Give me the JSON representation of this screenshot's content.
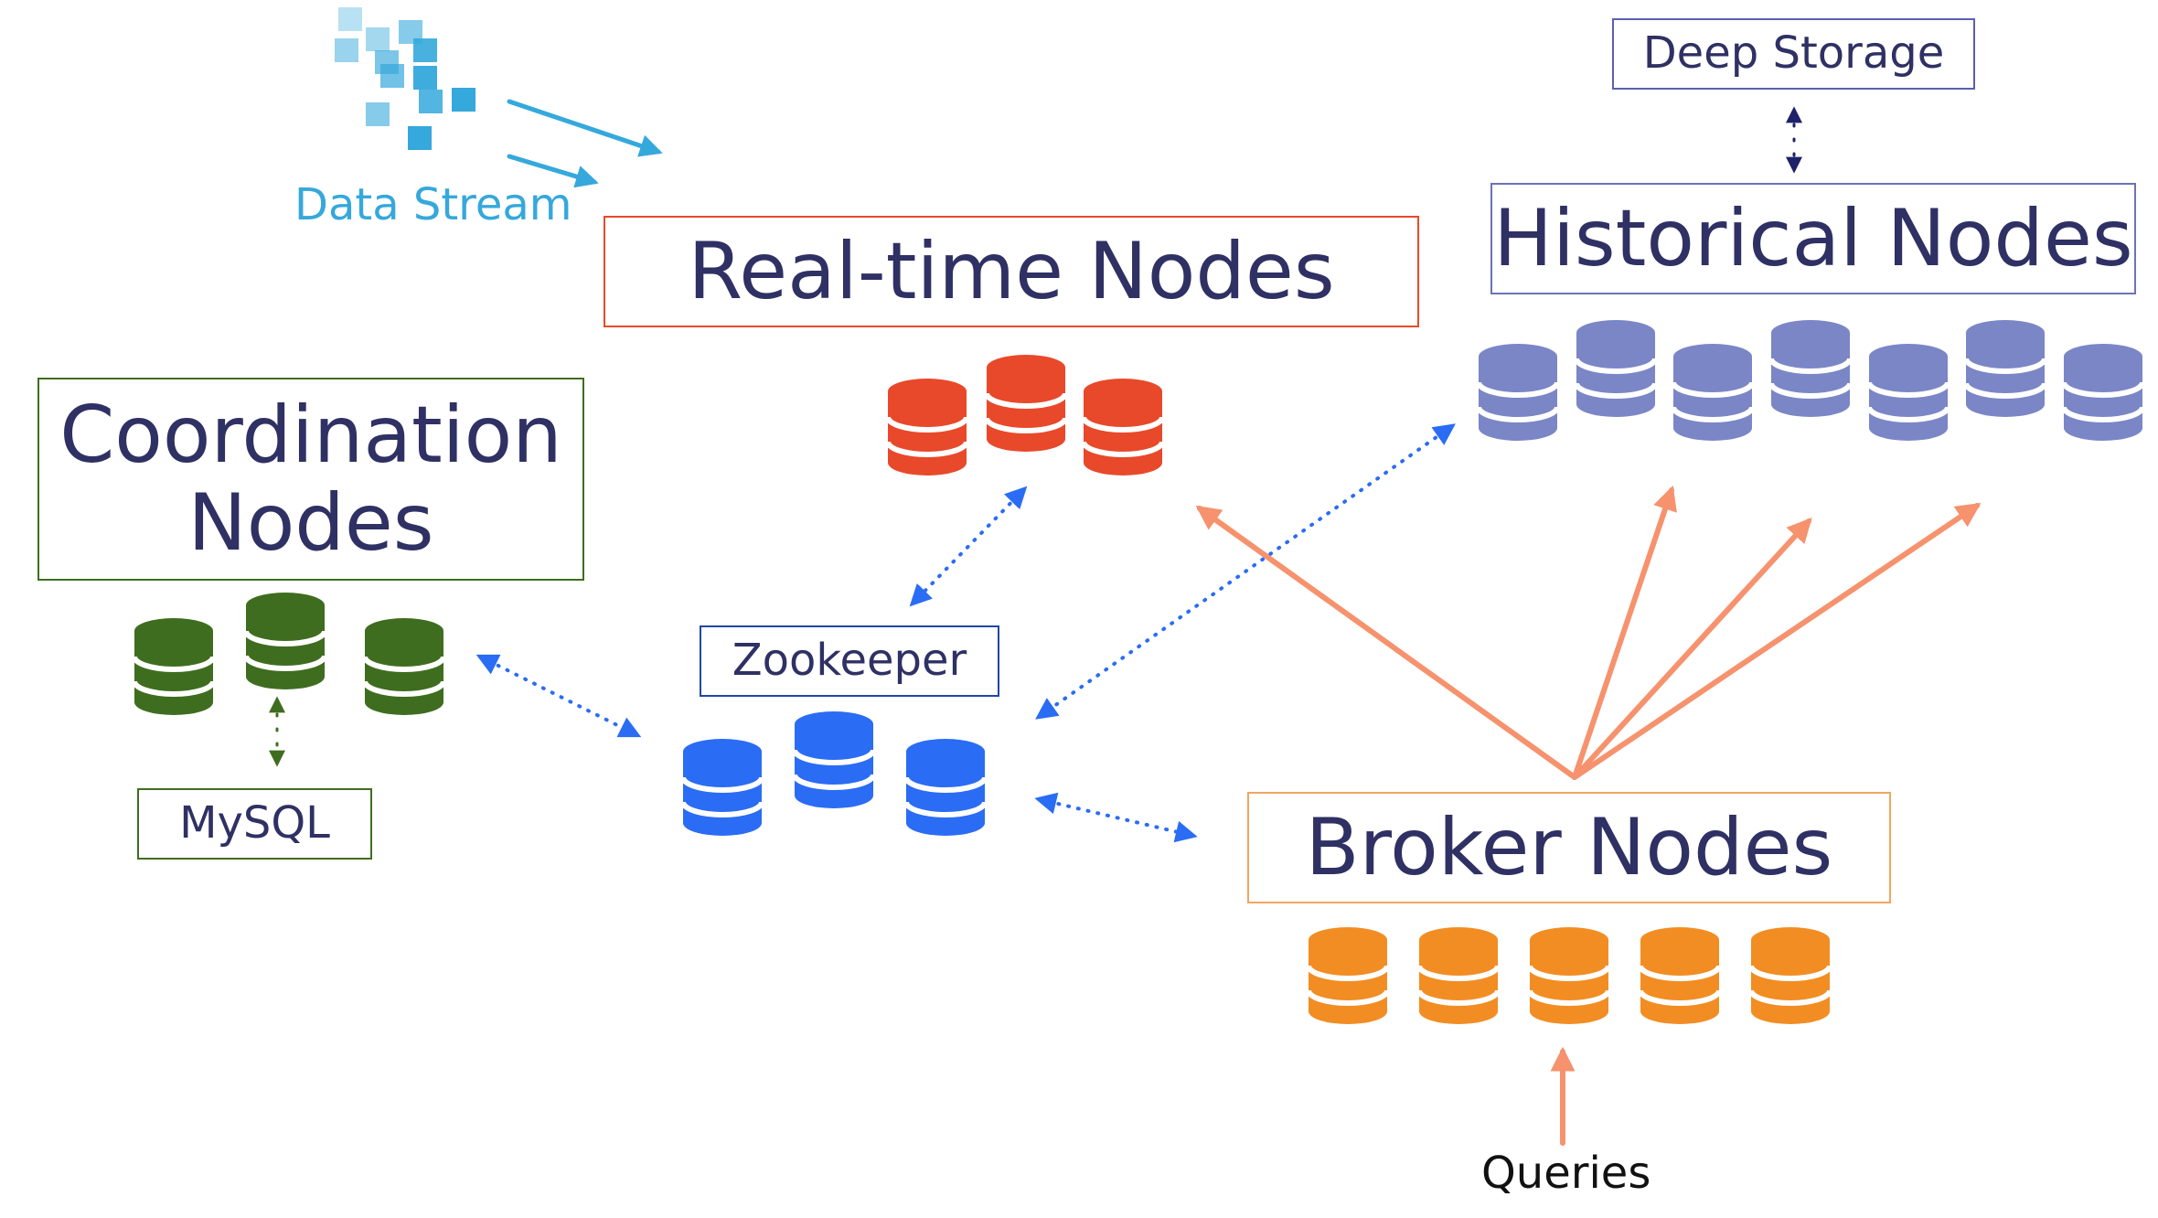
{
  "colors": {
    "text_dark": "#2f3063",
    "data_stream": "#35a8dc",
    "realtime": "#e8492a",
    "historical": "#7b86c6",
    "historical_border": "#6b73b8",
    "coordination": "#3f6d1f",
    "zookeeper": "#2a6cf4",
    "zookeeper_border": "#2146a6",
    "broker": "#f28d23",
    "broker_border": "#f3a560",
    "query_arrow": "#f6926d",
    "deep_storage_border": "#5b5fb0",
    "deep_storage_arrow": "#1f2169"
  },
  "labels": {
    "data_stream": "Data Stream",
    "realtime_nodes": "Real-time Nodes",
    "historical_nodes": "Historical Nodes",
    "deep_storage": "Deep Storage",
    "coordination_nodes_line1": "Coordination",
    "coordination_nodes_line2": "Nodes",
    "mysql": "MySQL",
    "zookeeper": "Zookeeper",
    "broker_nodes": "Broker Nodes",
    "queries": "Queries"
  },
  "groups": [
    {
      "id": "realtime",
      "color_key": "realtime",
      "count": 3
    },
    {
      "id": "historical",
      "color_key": "historical",
      "count": 7
    },
    {
      "id": "coordination",
      "color_key": "coordination",
      "count": 3
    },
    {
      "id": "zookeeper",
      "color_key": "zookeeper",
      "count": 3
    },
    {
      "id": "broker",
      "color_key": "broker",
      "count": 5
    }
  ],
  "icons": {
    "data_stream": "data-stream-squares-icon",
    "database": "database-stack-icon"
  }
}
